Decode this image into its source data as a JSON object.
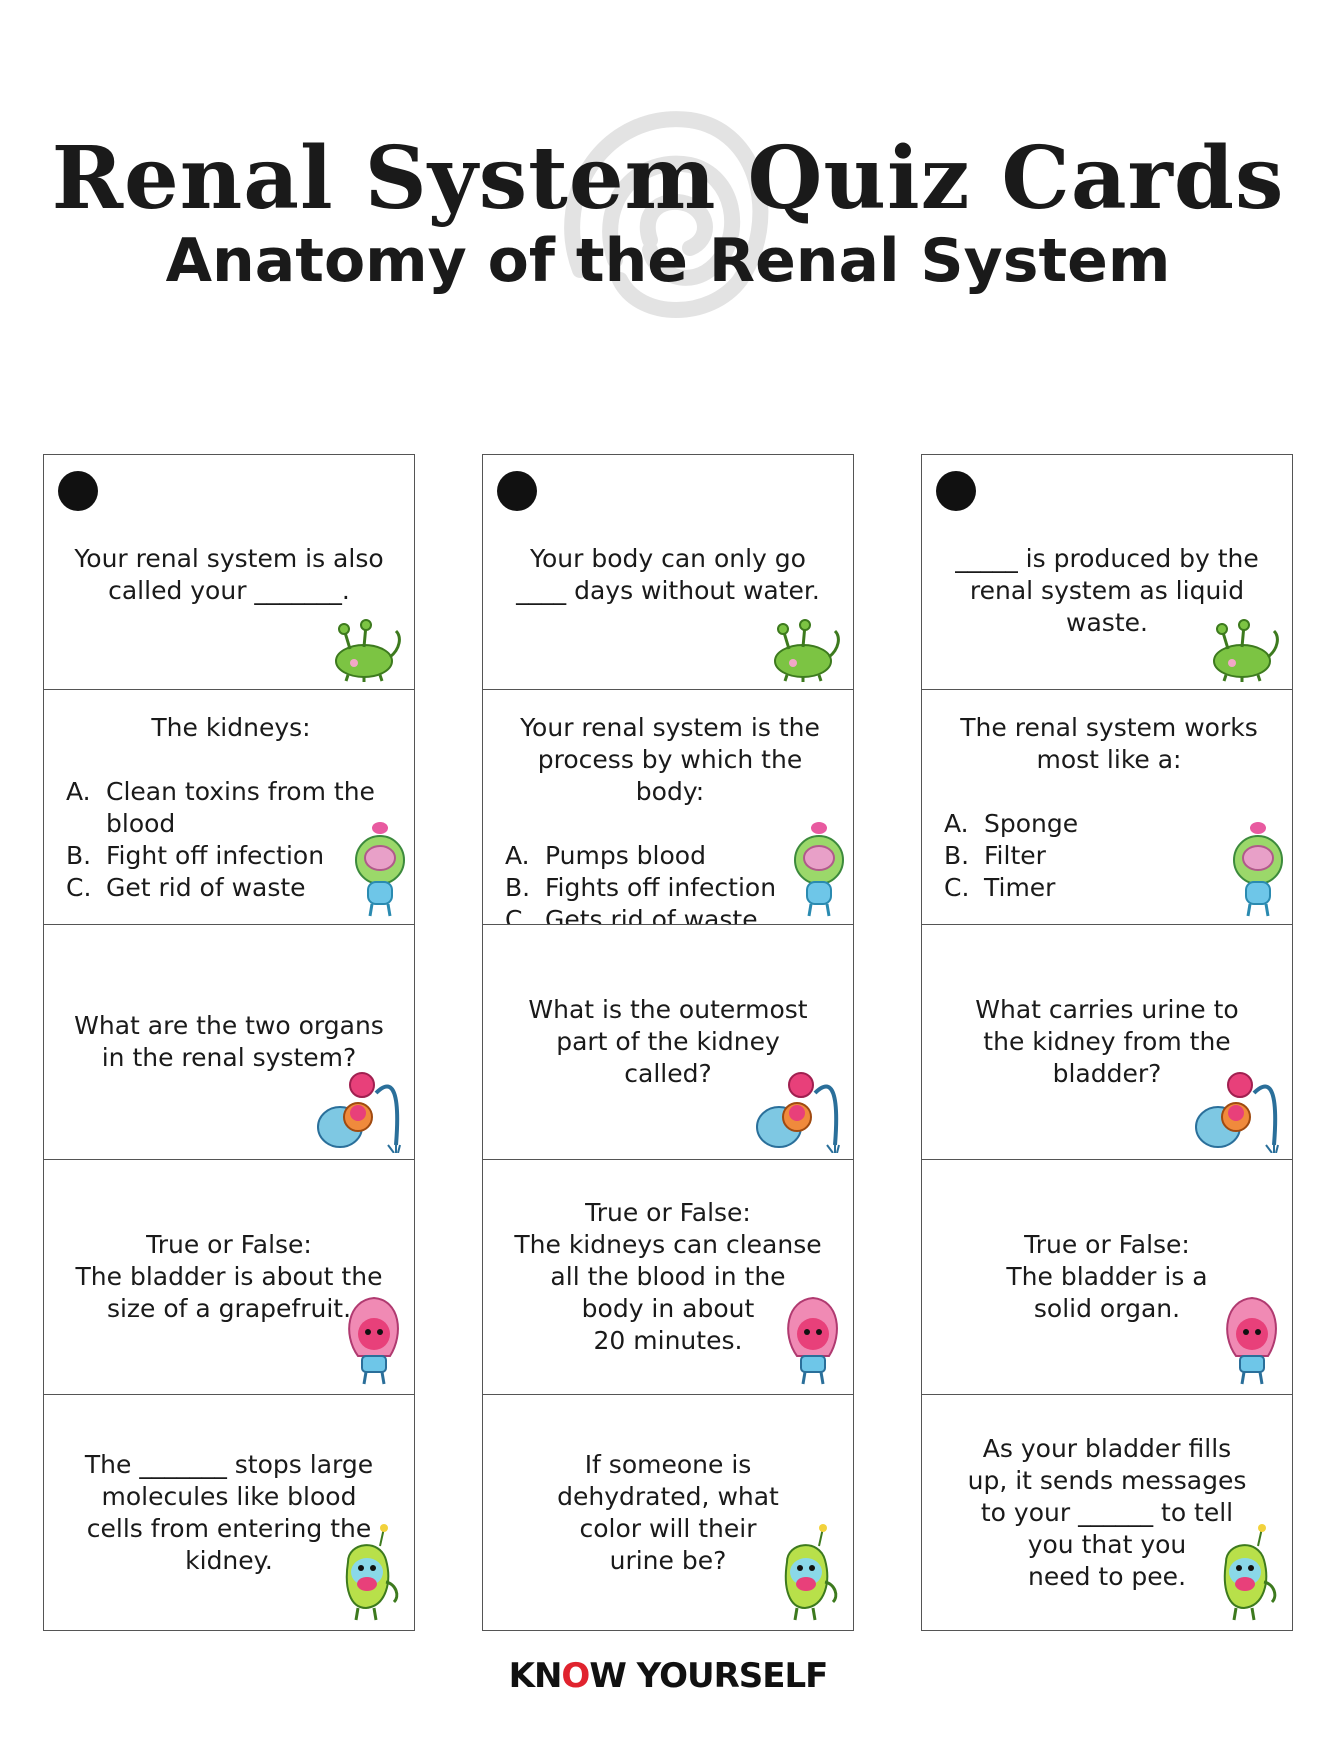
{
  "title": "Renal System Quiz Cards",
  "subtitle": "Anatomy of the Renal System",
  "brand": {
    "part1": "KN",
    "part2": "O",
    "part3": "W YOURSELF"
  },
  "columns": [
    {
      "cards": [
        {
          "type": "blank",
          "text": "Your renal system is also\ncalled your _______.",
          "mascot": "green-alien-icon"
        },
        {
          "type": "mc",
          "question": "The kidneys:",
          "options": [
            {
              "letter": "A.",
              "text": "Clean toxins from the\nblood"
            },
            {
              "letter": "B.",
              "text": "Fight off infection"
            },
            {
              "letter": "C.",
              "text": "Get rid of waste"
            }
          ],
          "mascot": "brain-jar-mascot-icon"
        },
        {
          "type": "text",
          "text": "What are the two organs\nin the renal system?",
          "mascot": "kidney-vacuum-mascot-icon"
        },
        {
          "type": "text",
          "text": "True or False:\nThe bladder is about the\nsize of a grapefruit.",
          "mascot": "heart-mascot-icon"
        },
        {
          "type": "text",
          "text": "The _______ stops large\nmolecules like blood\ncells from entering the\nkidney.",
          "mascot": "green-monster-icon"
        }
      ]
    },
    {
      "cards": [
        {
          "type": "blank",
          "text": "Your body can only go\n____ days without water.",
          "mascot": "green-alien-icon"
        },
        {
          "type": "mc",
          "question": "Your renal system is the\nprocess by which the body:",
          "options": [
            {
              "letter": "A.",
              "text": "Pumps blood"
            },
            {
              "letter": "B.",
              "text": "Fights off infection"
            },
            {
              "letter": "C.",
              "text": "Gets rid of waste"
            }
          ],
          "mascot": "brain-jar-mascot-icon"
        },
        {
          "type": "text",
          "text": "What is the outermost\npart of the kidney\ncalled?",
          "mascot": "kidney-vacuum-mascot-icon"
        },
        {
          "type": "text",
          "text": "True or False:\nThe kidneys can cleanse\nall the blood in the\nbody in about\n20 minutes.",
          "mascot": "heart-mascot-icon"
        },
        {
          "type": "text",
          "text": "If someone is\ndehydrated, what\ncolor will their\nurine be?",
          "mascot": "green-monster-icon"
        }
      ]
    },
    {
      "cards": [
        {
          "type": "blank",
          "text": "_____ is produced by the\nrenal system as liquid\nwaste.",
          "mascot": "green-alien-icon"
        },
        {
          "type": "mc",
          "question": "The renal system works\nmost like a:",
          "options": [
            {
              "letter": "A.",
              "text": "Sponge"
            },
            {
              "letter": "B.",
              "text": "Filter"
            },
            {
              "letter": "C.",
              "text": "Timer"
            }
          ],
          "mascot": "brain-jar-mascot-icon"
        },
        {
          "type": "text",
          "text": "What carries urine to\nthe kidney from the\nbladder?",
          "mascot": "kidney-vacuum-mascot-icon"
        },
        {
          "type": "text",
          "text": "True or False:\nThe bladder is a\nsolid organ.",
          "mascot": "heart-mascot-icon"
        },
        {
          "type": "text",
          "text": "As your bladder fills\nup, it sends messages\nto your ______ to tell\nyou that you\nneed to pee.",
          "mascot": "green-monster-icon"
        }
      ]
    }
  ]
}
